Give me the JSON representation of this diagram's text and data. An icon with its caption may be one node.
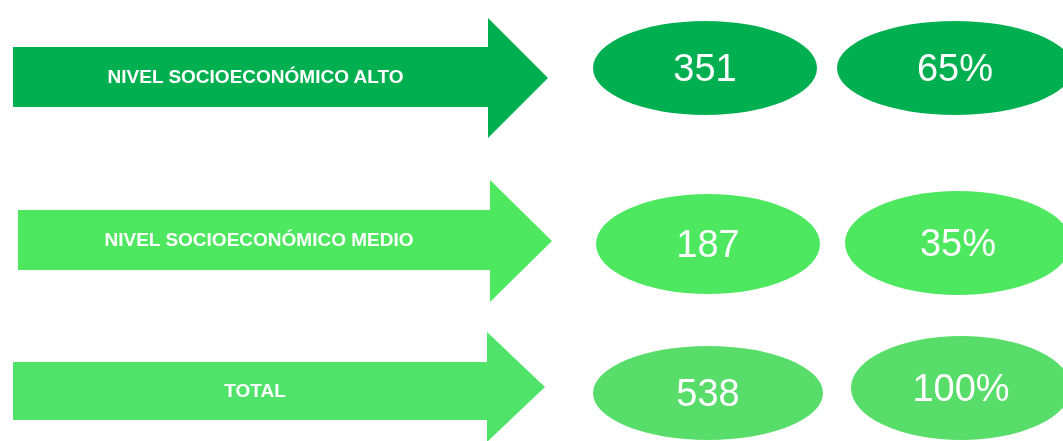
{
  "diagram": {
    "nodes": [
      {
        "text": [
          "NIVEL SOCIOECONÓMICO ALTO"
        ]
      },
      {
        "text": [
          "351"
        ]
      },
      {
        "text": [
          "65%"
        ]
      },
      {
        "text": [
          "NIVEL SOCIOECONÓMICO MEDIO"
        ]
      },
      {
        "text": [
          "187"
        ]
      },
      {
        "text": [
          "35%"
        ]
      },
      {
        "text": [
          "TOTAL"
        ]
      },
      {
        "text": [
          "538"
        ]
      },
      {
        "text": [
          "100%"
        ]
      }
    ]
  }
}
